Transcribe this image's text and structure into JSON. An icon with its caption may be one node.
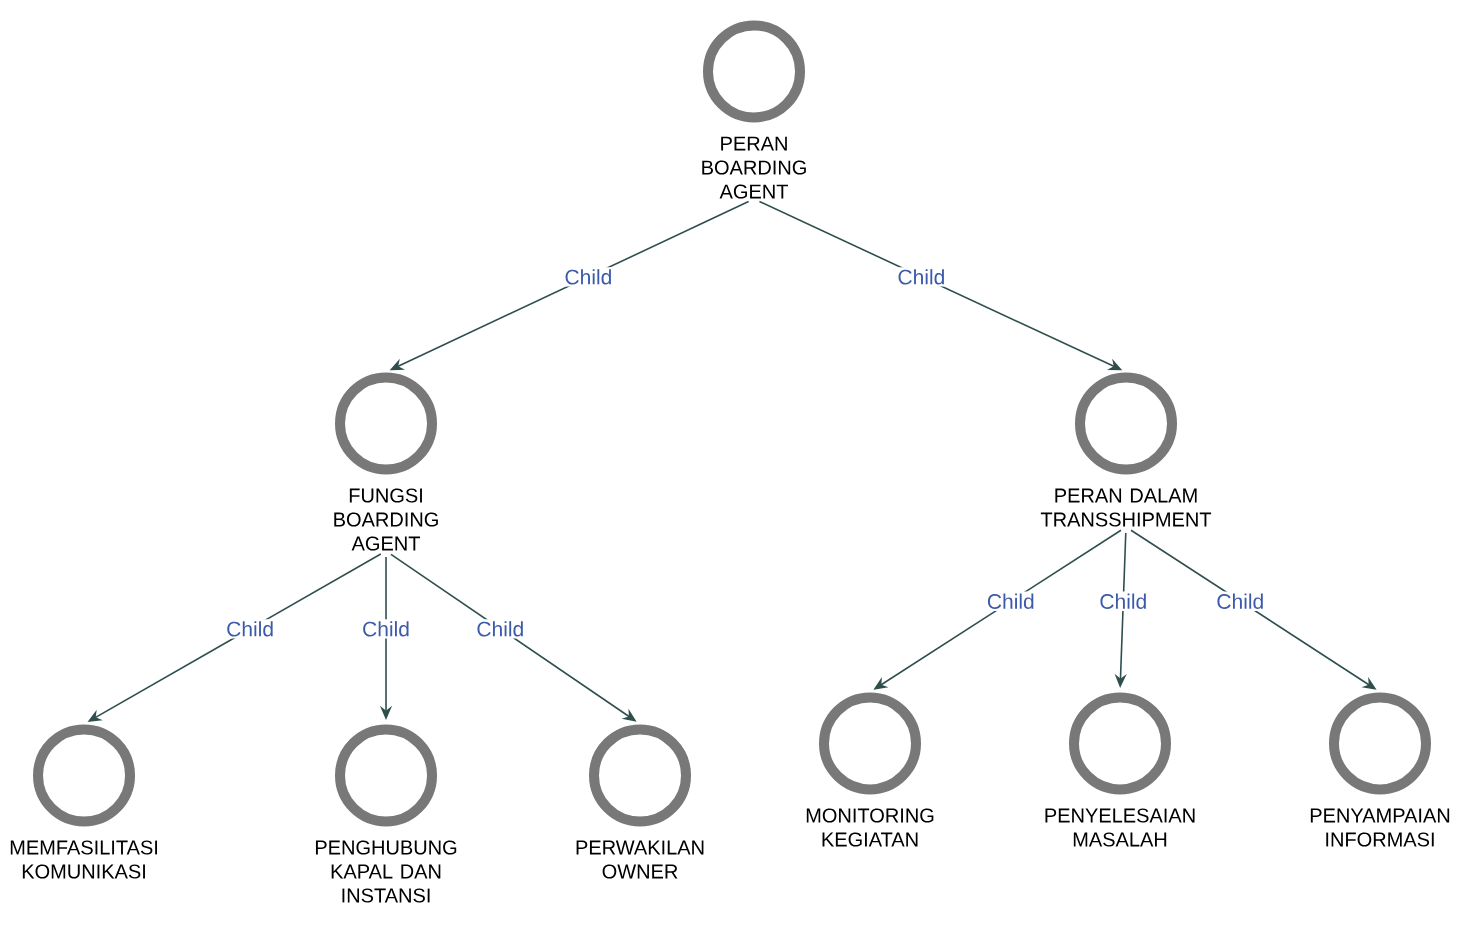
{
  "diagram": {
    "nodes": [
      {
        "text": [
          "PERAN BOARDING AGENT"
        ]
      },
      {
        "text": [
          "FUNGSI BOARDING AGENT"
        ]
      },
      {
        "text": [
          "PERAN DALAM TRANSSHIPMENT"
        ]
      },
      {
        "text": [
          "MEMFASILITASI KOMUNIKASI"
        ]
      },
      {
        "text": [
          "PENGHUBUNG KAPAL DAN INSTANSI"
        ]
      },
      {
        "text": [
          "PERWAKILAN OWNER"
        ]
      },
      {
        "text": [
          "MONITORING KEGIATAN"
        ]
      },
      {
        "text": [
          "PENYELESAIAN MASALAH"
        ]
      },
      {
        "text": [
          "PENYAMPAIAN INFORMASI"
        ]
      }
    ],
    "edges": [
      {
        "from": 0,
        "to": 1,
        "arrow": "to",
        "label": "Child"
      },
      {
        "from": 0,
        "to": 2,
        "arrow": "to",
        "label": "Child"
      },
      {
        "from": 1,
        "to": 3,
        "arrow": "to",
        "label": "Child"
      },
      {
        "from": 1,
        "to": 4,
        "arrow": "to",
        "label": "Child"
      },
      {
        "from": 1,
        "to": 5,
        "arrow": "to",
        "label": "Child"
      },
      {
        "from": 2,
        "to": 6,
        "arrow": "to",
        "label": "Child"
      },
      {
        "from": 2,
        "to": 7,
        "arrow": "to",
        "label": "Child"
      },
      {
        "from": 2,
        "to": 8,
        "arrow": "to",
        "label": "Child"
      }
    ]
  }
}
